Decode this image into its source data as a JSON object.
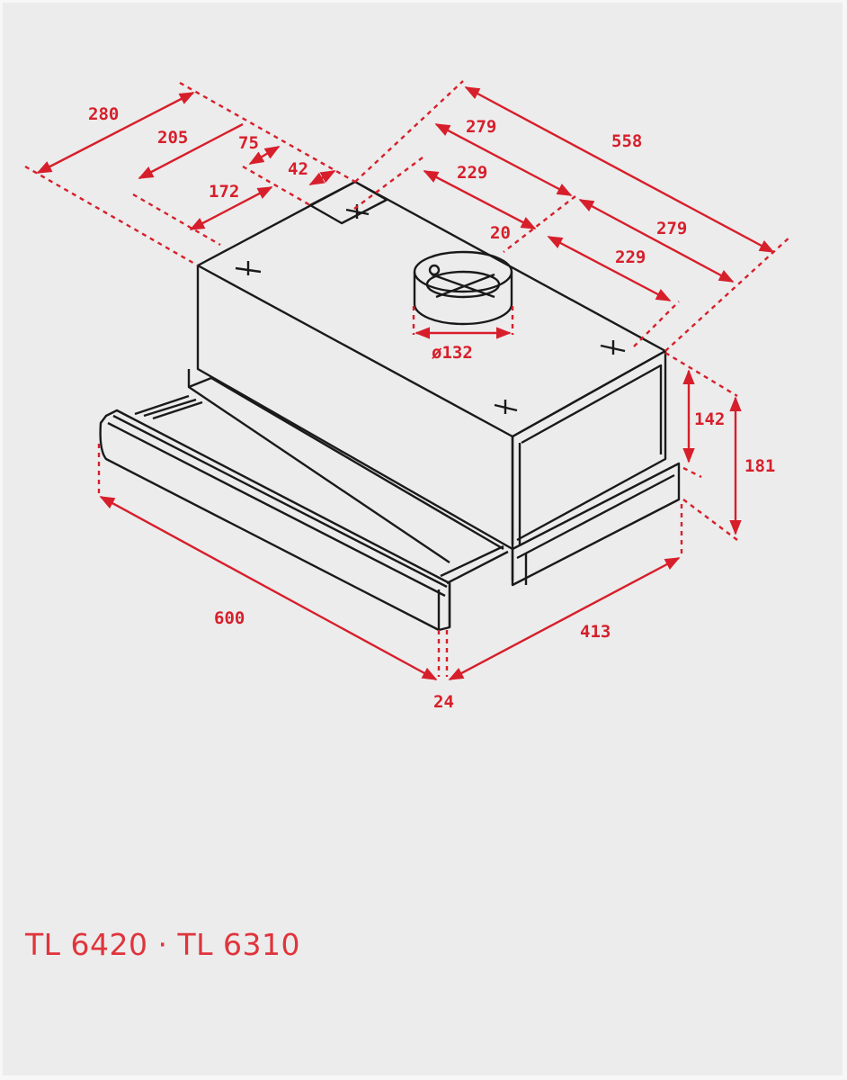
{
  "diagram": {
    "title": "TL 6420 · TL 6310",
    "colors": {
      "background": "#ececec",
      "dimension": "#d71f2b",
      "outline": "#1a1a1a",
      "caption": "#e0343c"
    },
    "dimensions": {
      "depth_total": "280",
      "depth_205": "205",
      "depth_75": "75",
      "depth_42": "42",
      "depth_172": "172",
      "width_total_top": "558",
      "half_width_left": "279",
      "half_width_right": "279",
      "outlet_offset_left": "229",
      "outlet_offset_right": "229",
      "outlet_gap": "20",
      "outlet_diameter": "ø132",
      "body_height": "142",
      "total_height": "181",
      "front_width": "600",
      "side_depth": "413",
      "front_thickness": "24"
    }
  }
}
